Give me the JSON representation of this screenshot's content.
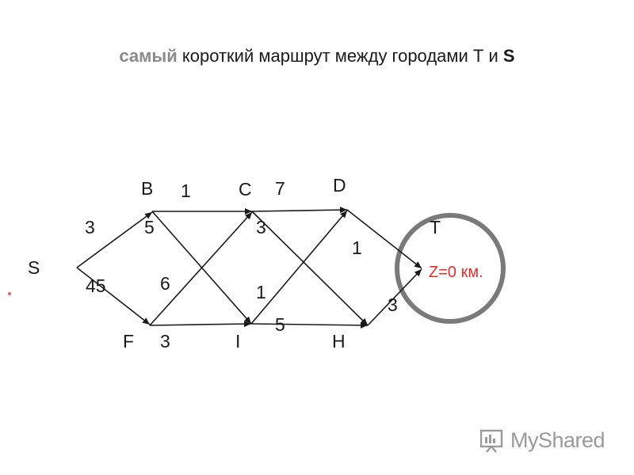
{
  "title": {
    "word1": "самый",
    "middle": " короткий маршрут между городами Т и ",
    "word3": "S"
  },
  "nodes": {
    "S": "S",
    "B": "B",
    "C": "C",
    "D": "D",
    "F": "F",
    "I": "I",
    "H": "H",
    "T": "T"
  },
  "edge_labels": {
    "s_b": "3",
    "s_f": "45",
    "b_c": "1",
    "b_i": "5",
    "f_c": "6",
    "f_i": "3",
    "c_d": "7",
    "c_h": "3",
    "i_d": "1",
    "i_h": "5",
    "d_t": "1",
    "h_t": "3"
  },
  "result": {
    "text": "Z=0 км.",
    "color": "#e03030"
  },
  "circle_color": "#7a7a7a",
  "watermark": {
    "icon": "myshared-logo-icon",
    "text": "MyShared"
  }
}
